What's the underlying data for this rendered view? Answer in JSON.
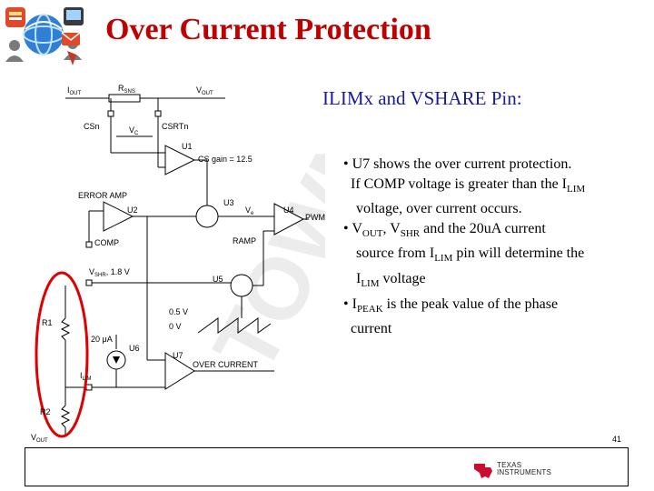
{
  "slide": {
    "title": "Over Current Protection",
    "subtitle": "ILIMx and VSHARE Pin:",
    "page_number": "41",
    "logo_name": "network-tools-logo",
    "watermark_text": "TOWN"
  },
  "bullets": {
    "b1_line1": "• U7 shows the over current protection.",
    "b1_line2_pre": "If COMP voltage is greater than the I",
    "b1_line2_sub": "LIM",
    "b1_line3": "voltage, over current occurs.",
    "b2_line1_pre": "• V",
    "b2_line1_sub1": "OUT",
    "b2_line1_mid": ", V",
    "b2_line1_sub2": "SHR",
    "b2_line1_post": " and the 20uA  current",
    "b2_line2_pre": "source from I",
    "b2_line2_sub": "LIM",
    "b2_line2_post": " pin will determine the",
    "b2_line3_pre": "I",
    "b2_line3_sub": "LIM",
    "b2_line3_post": " voltage",
    "b3_line1_pre": "• I",
    "b3_line1_sub": "PEAK",
    "b3_line1_post": " is the peak value of the phase",
    "b3_line2": "current"
  },
  "circuit": {
    "iout": "I",
    "iout_sub": "OUT",
    "rsns": "R",
    "rsns_sub": "SNS",
    "vout_top": "V",
    "vout_top_sub": "OUT",
    "csn": "CSn",
    "csrtn": "CSRTn",
    "vc": "V",
    "vc_sub": "C",
    "u1": "U1",
    "cs_gain": "CS gain = 12.5",
    "error_amp": "ERROR AMP",
    "u2": "U2",
    "u3": "U3",
    "ve": "V",
    "ve_sub": "e",
    "u4": "U4",
    "pwm": "PWM",
    "comp": "COMP",
    "ramp": "RAMP",
    "vshr": "V",
    "vshr_sub": "SHR",
    "v18": ", 1.8 V",
    "u5": "U5",
    "r1": "R1",
    "v05": "0.5 V",
    "v0": "0 V",
    "i20": "20  μA",
    "u6": "U6",
    "u7": "U7",
    "over_current": "OVER CURRENT",
    "ilim": "I",
    "ilim_sub": "LIM",
    "r2": "R2",
    "vout_bot": "V",
    "vout_bot_sub": "OUT"
  },
  "footer": {
    "brand_line1": "TEXAS",
    "brand_line2": "INSTRUMENTS"
  },
  "colors": {
    "title": "#c00000",
    "subtitle": "#1a1aa0",
    "highlight_ellipse": "#e00000"
  }
}
